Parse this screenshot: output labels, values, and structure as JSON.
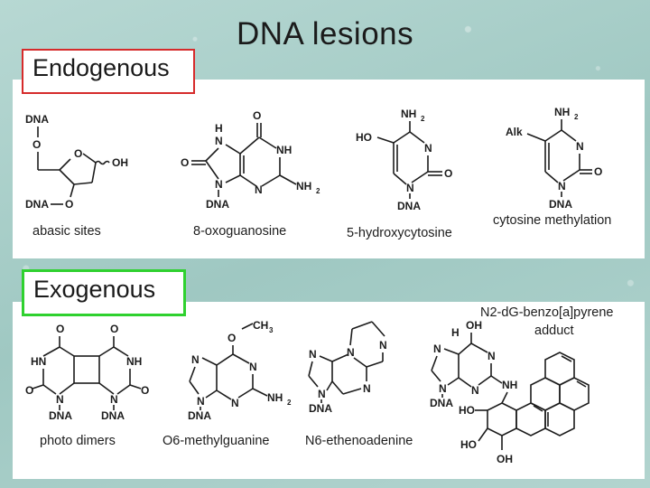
{
  "title": "DNA lesions",
  "sections": {
    "endogenous": "Endogenous",
    "exogenous": "Exogenous"
  },
  "captions": {
    "abasic": "abasic sites",
    "oxoguanosine": "8-oxoguanosine",
    "hydroxycytosine": "5-hydroxycytosine",
    "methylation": "cytosine methylation",
    "photodimers": "photo dimers",
    "methylguanine": "O6-methylguanine",
    "ethenoadenine": "N6-ethenoadenine",
    "bpde_line1": "N2-dG-benzo[a]pyrene",
    "bpde_line2": "adduct"
  },
  "structure_labels": {
    "dna": "DNA",
    "o": "O",
    "oh": "OH",
    "nh2": "NH",
    "two": "2",
    "n": "N",
    "h": "H",
    "ho": "HO",
    "alk": "Alk",
    "hn": "HN",
    "ch3": "CH",
    "three": "3",
    "nh": "NH"
  }
}
